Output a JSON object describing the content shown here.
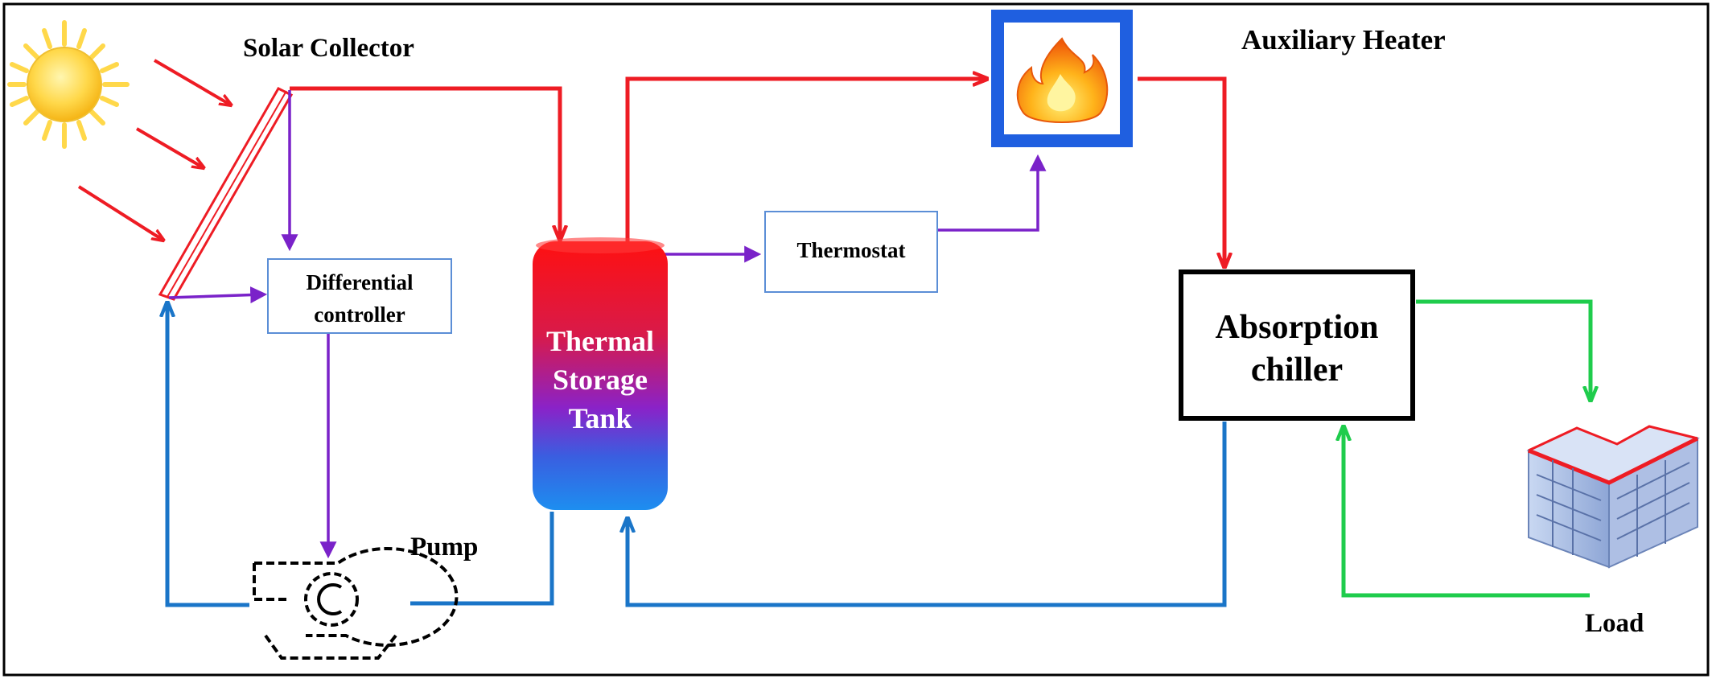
{
  "labels": {
    "solar_collector": "Solar Collector",
    "auxiliary_heater": "Auxiliary Heater",
    "differential_controller_line1": "Differential",
    "differential_controller_line2": "controller",
    "thermostat": "Thermostat",
    "tank_line1": "Thermal",
    "tank_line2": "Storage",
    "tank_line3": "Tank",
    "absorption_line1": "Absorption",
    "absorption_line2": "chiller",
    "pump": "Pump",
    "load": "Load"
  },
  "colors": {
    "hot_line": "#ee1c24",
    "cold_line": "#1a75c8",
    "control_line": "#7a22c9",
    "chilled_line": "#1fcc4c",
    "controller_box_border": "#5b8ed6",
    "heater_frame": "#1f5fe0",
    "frame_border": "#000000",
    "tank_top": "#ff1a1a",
    "tank_bottom": "#1d6fe0"
  },
  "icons": {
    "sun": "sun-icon",
    "flame": "flame-icon",
    "pump": "pump-icon",
    "building": "building-icon"
  }
}
